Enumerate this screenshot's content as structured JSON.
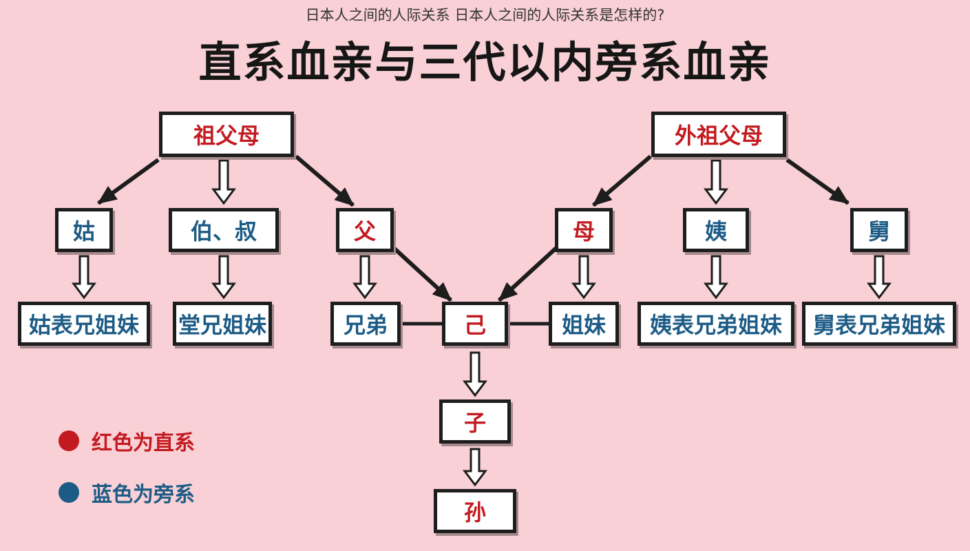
{
  "caption": "日本人之间的人际关系 日本人之间的人际关系是怎样的?",
  "title": "直系血亲与三代以内旁系血亲",
  "colors": {
    "direct": "#c21a1f",
    "collateral": "#1c5b85",
    "background": "#f8d0d6"
  },
  "nodes": {
    "paternal_grandparents": "祖父母",
    "maternal_grandparents": "外祖父母",
    "paternal_aunt": "姑",
    "paternal_uncles": "伯、叔",
    "father": "父",
    "mother": "母",
    "maternal_aunt": "姨",
    "maternal_uncle": "舅",
    "paternal_aunt_cousins": "姑表兄姐妹",
    "paternal_uncle_cousins": "堂兄姐妹",
    "brothers": "兄弟",
    "self": "己",
    "sisters": "姐妹",
    "maternal_aunt_cousins": "姨表兄弟姐妹",
    "maternal_uncle_cousins": "舅表兄弟姐妹",
    "child": "子",
    "grandchild": "孙"
  },
  "legend": {
    "direct": "红色为直系",
    "collateral": "蓝色为旁系"
  }
}
